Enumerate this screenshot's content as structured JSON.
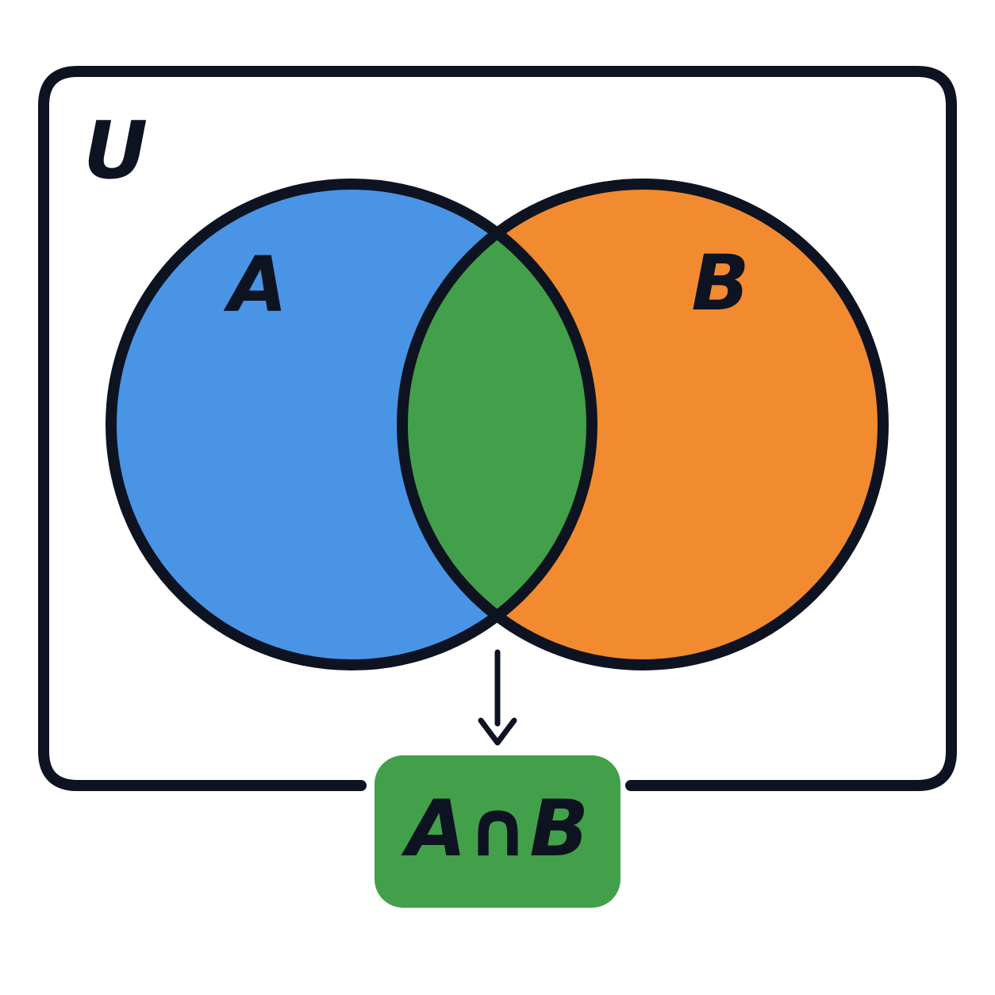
{
  "diagram": {
    "universe_label": "U",
    "set_a_label": "A",
    "set_b_label": "B",
    "result_label": "A∩B",
    "colors": {
      "set_a": "#4a94e6",
      "set_b": "#f28a30",
      "intersection": "#43a04a",
      "result_box": "#43a04a",
      "outline": "#0d1321",
      "background": "#ffffff"
    }
  }
}
